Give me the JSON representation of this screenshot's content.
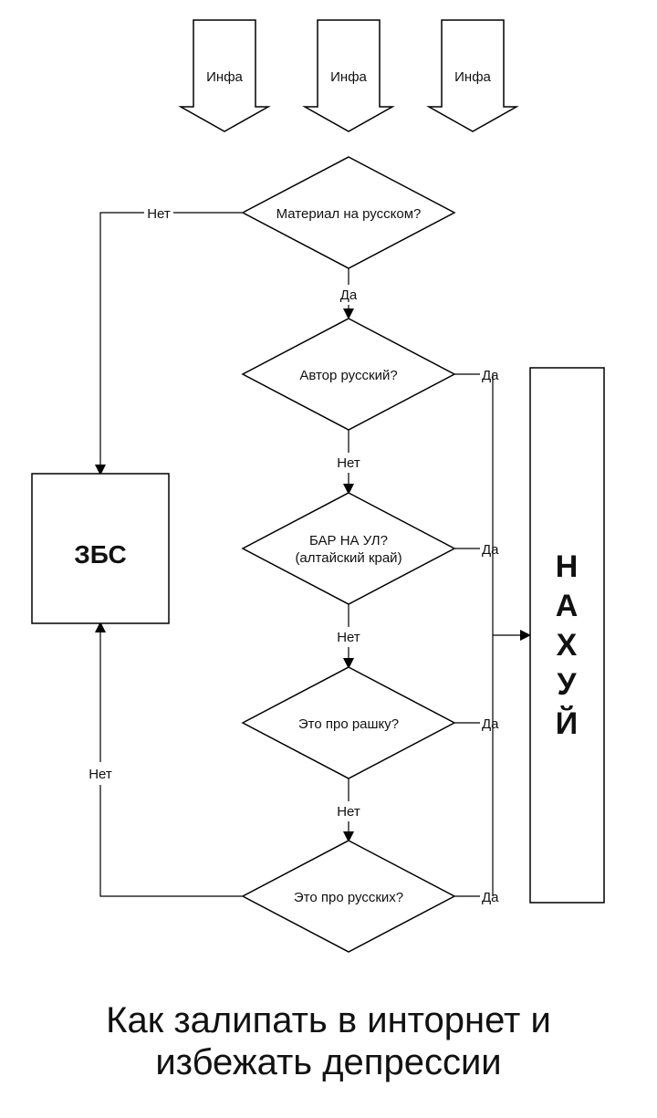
{
  "inputs": [
    {
      "label": "Инфа"
    },
    {
      "label": "Инфа"
    },
    {
      "label": "Инфа"
    }
  ],
  "questions": {
    "q1": "Материал на русском?",
    "q2": "Автор русский?",
    "q3_line1": "БАР НА УЛ?",
    "q3_line2": "(алтайский край)",
    "q4": "Это про рашку?",
    "q5": "Это про русских?"
  },
  "edges": {
    "yes": "Да",
    "no": "Нет"
  },
  "outcomes": {
    "good": "ЗБС",
    "bad_letters": [
      "Н",
      "А",
      "Х",
      "У",
      "Й"
    ]
  },
  "caption": {
    "line1": "Как залипать в инторнет и",
    "line2": "избежать депрессии"
  },
  "colors": {
    "stroke": "#000000",
    "fill": "#ffffff",
    "text": "#111111"
  }
}
